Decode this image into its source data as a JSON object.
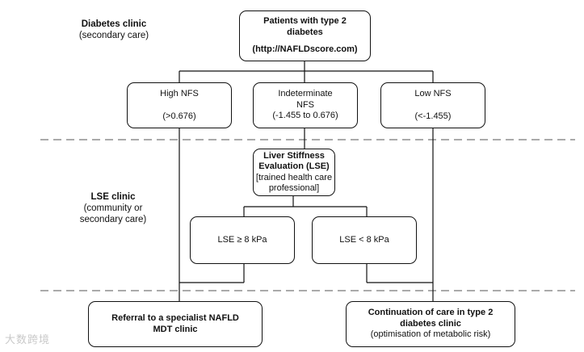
{
  "zones": {
    "diabetes": {
      "title": "Diabetes clinic",
      "sub": "(secondary care)"
    },
    "lse": {
      "title": "LSE clinic",
      "sub1": "(community or",
      "sub2": "secondary care)"
    }
  },
  "boxes": {
    "patients": {
      "line1": "Patients with type 2",
      "line2": "diabetes",
      "line3": "(http://NAFLDscore.com)"
    },
    "high": {
      "line1": "High NFS",
      "line2": "(>0.676)"
    },
    "indeterminate": {
      "line1": "Indeterminate",
      "line2": "NFS",
      "line3": "(-1.455 to 0.676)"
    },
    "low": {
      "line1": "Low NFS",
      "line2": "(<-1.455)"
    },
    "lse": {
      "line1": "Liver Stiffness",
      "line2": "Evaluation (LSE)",
      "line3": "[trained health care",
      "line4": "professional]"
    },
    "lse_high": {
      "label": "LSE ≥ 8 kPa"
    },
    "lse_low": {
      "label": "LSE < 8 kPa"
    },
    "referral": {
      "line1": "Referral to a specialist NAFLD",
      "line2": "MDT clinic"
    },
    "continuation": {
      "line1": "Continuation of care in type 2",
      "line2": "diabetes clinic",
      "line3": "(optimisation of metabolic risk)"
    }
  },
  "watermark": "大数跨境"
}
